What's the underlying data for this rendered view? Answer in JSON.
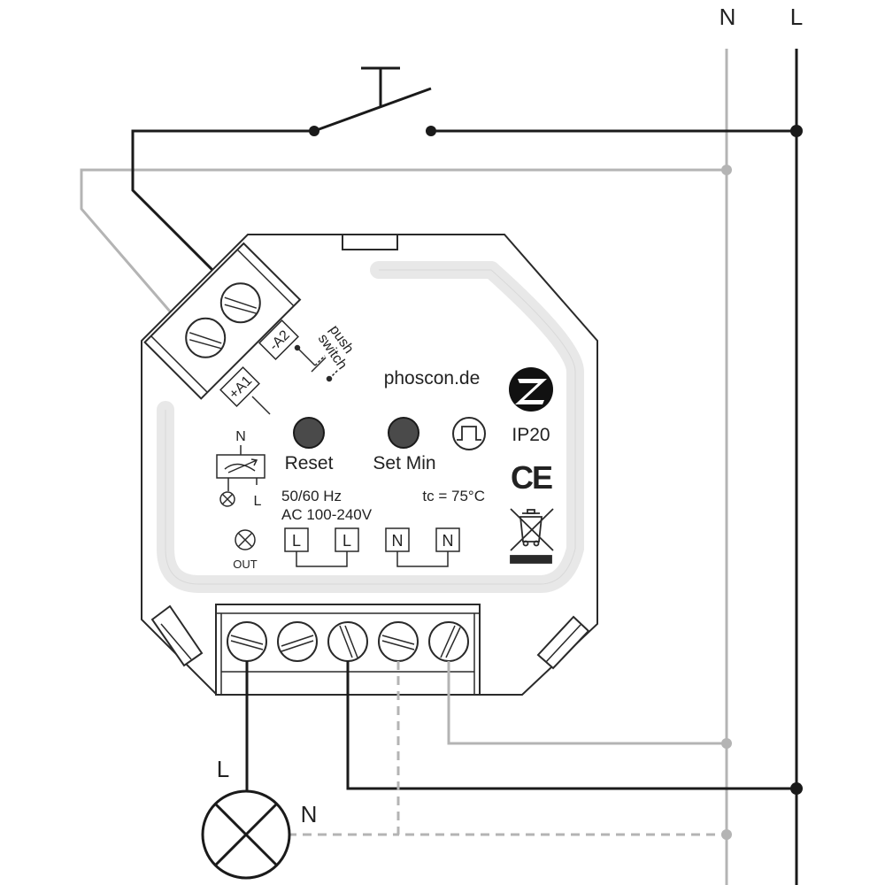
{
  "bus": {
    "neutral_label": "N",
    "live_label": "L"
  },
  "device": {
    "brand_text": "phoscon.de",
    "ip_rating": "IP20",
    "ce_mark": "CE",
    "buttons": [
      {
        "label": "Reset"
      },
      {
        "label": "Set Min"
      }
    ],
    "frequency_text": "50/60 Hz",
    "voltage_text": "AC 100-240V",
    "temperature_text": "tc = 75°C",
    "input_terminals": {
      "a1_label": "+A1",
      "a2_label": "-A2",
      "switch_line1": "push",
      "switch_line2": "switch"
    },
    "dimmer_symbol": {
      "neutral_label": "N",
      "live_label": "L"
    },
    "output_label": "OUT",
    "power_labels": [
      "L",
      "L",
      "N",
      "N"
    ]
  },
  "lamp": {
    "live_label": "L",
    "neutral_label": "N"
  },
  "colors": {
    "live_wire": "#1a1a1a",
    "neutral_wire": "#b4b4b4",
    "outline": "#2a2a2a"
  },
  "icons": [
    "push-switch-icon",
    "screw-terminal-icon",
    "lamp-icon",
    "zigbee-logo-icon",
    "weee-bin-icon",
    "pulse-icon",
    "dimmer-symbol-icon"
  ]
}
